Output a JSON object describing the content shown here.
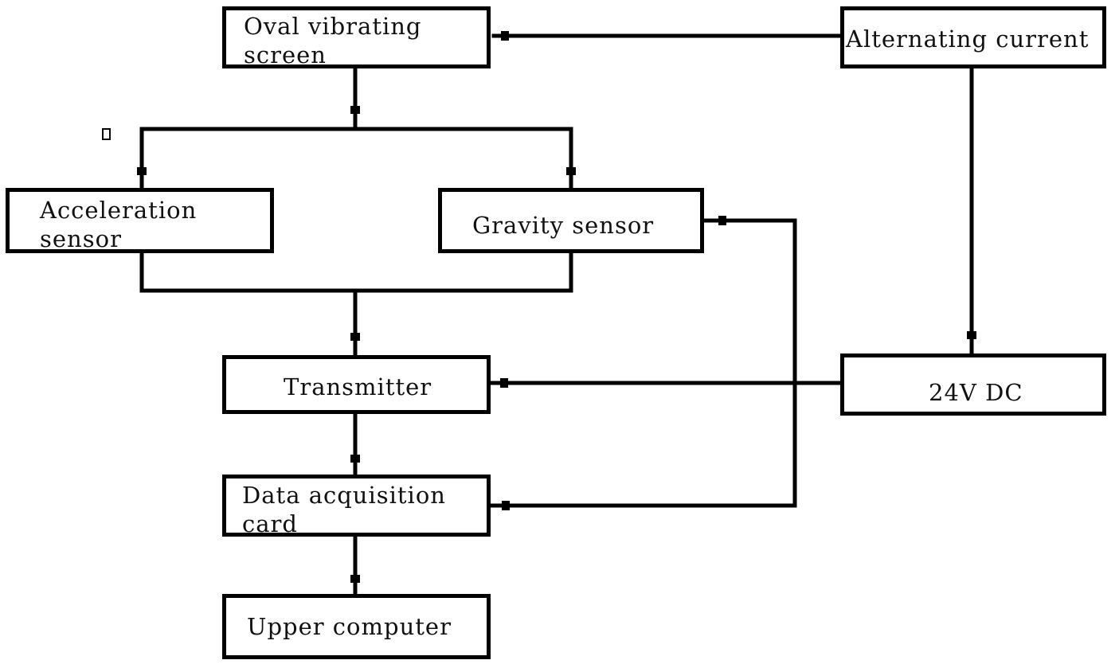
{
  "nodes": {
    "oval_screen": "Oval vibrating\nscreen",
    "alternating_current": "Alternating current",
    "acceleration_sensor": "Acceleration\nsensor",
    "gravity_sensor": "Gravity sensor",
    "transmitter": "Transmitter",
    "dc_supply": "24V DC",
    "daq_card": "Data acquisition\ncard",
    "upper_computer": "Upper computer"
  },
  "edges": [
    {
      "from": "Alternating current",
      "to": "Oval vibrating screen"
    },
    {
      "from": "Alternating current",
      "to": "24V DC"
    },
    {
      "from": "Oval vibrating screen",
      "to": "Acceleration sensor"
    },
    {
      "from": "Oval vibrating screen",
      "to": "Gravity sensor"
    },
    {
      "from": "Acceleration sensor",
      "to": "Transmitter"
    },
    {
      "from": "Gravity sensor",
      "to": "Transmitter"
    },
    {
      "from": "24V DC",
      "to": "Transmitter"
    },
    {
      "from": "24V DC",
      "to": "Gravity sensor"
    },
    {
      "from": "24V DC",
      "to": "Data acquisition card"
    },
    {
      "from": "Transmitter",
      "to": "Data acquisition card"
    },
    {
      "from": "Data acquisition card",
      "to": "Upper computer"
    }
  ]
}
